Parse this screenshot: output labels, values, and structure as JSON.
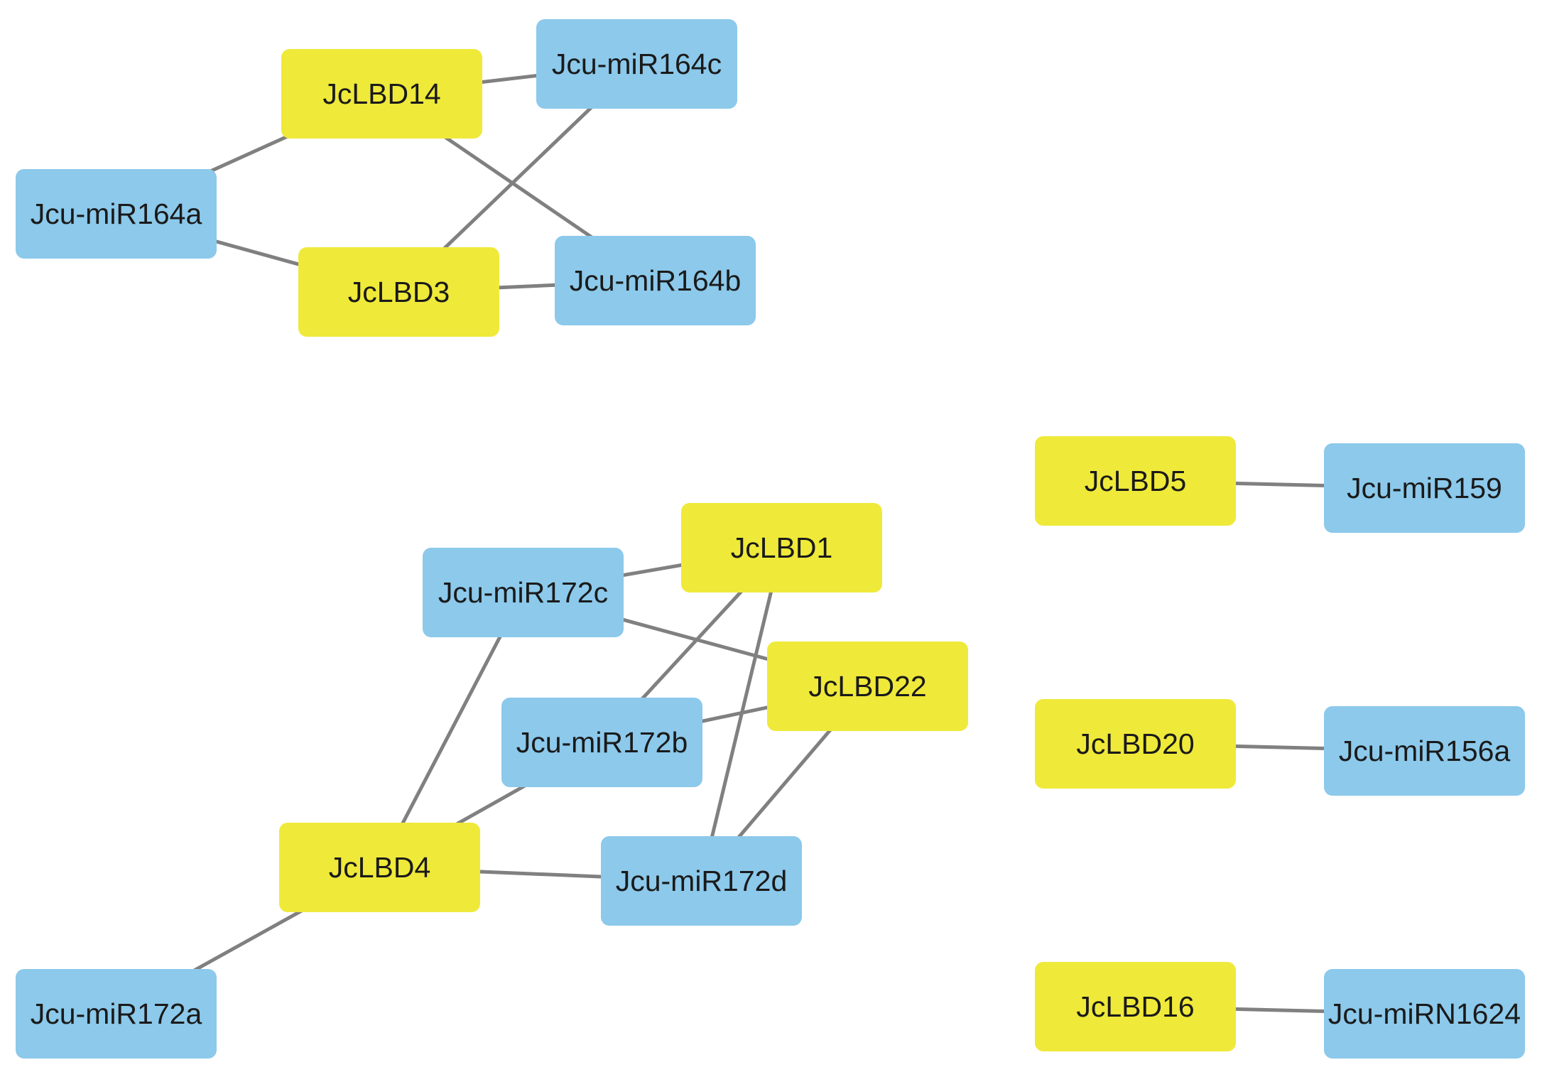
{
  "colors": {
    "gene_node": "#efe93a",
    "mirna_node": "#8cc9eb",
    "edge": "#808080",
    "background": "#ffffff"
  },
  "nodes": [
    {
      "id": "JcLBD14",
      "label": "JcLBD14",
      "kind": "gene"
    },
    {
      "id": "Jcu-miR164c",
      "label": "Jcu-miR164c",
      "kind": "mirna"
    },
    {
      "id": "Jcu-miR164a",
      "label": "Jcu-miR164a",
      "kind": "mirna"
    },
    {
      "id": "JcLBD3",
      "label": "JcLBD3",
      "kind": "gene"
    },
    {
      "id": "Jcu-miR164b",
      "label": "Jcu-miR164b",
      "kind": "mirna"
    },
    {
      "id": "JcLBD5",
      "label": "JcLBD5",
      "kind": "gene"
    },
    {
      "id": "Jcu-miR159",
      "label": "Jcu-miR159",
      "kind": "mirna"
    },
    {
      "id": "JcLBD1",
      "label": "JcLBD1",
      "kind": "gene"
    },
    {
      "id": "Jcu-miR172c",
      "label": "Jcu-miR172c",
      "kind": "mirna"
    },
    {
      "id": "JcLBD22",
      "label": "JcLBD22",
      "kind": "gene"
    },
    {
      "id": "Jcu-miR172b",
      "label": "Jcu-miR172b",
      "kind": "mirna"
    },
    {
      "id": "JcLBD20",
      "label": "JcLBD20",
      "kind": "gene"
    },
    {
      "id": "Jcu-miR156a",
      "label": "Jcu-miR156a",
      "kind": "mirna"
    },
    {
      "id": "JcLBD4",
      "label": "JcLBD4",
      "kind": "gene"
    },
    {
      "id": "Jcu-miR172d",
      "label": "Jcu-miR172d",
      "kind": "mirna"
    },
    {
      "id": "Jcu-miR172a",
      "label": "Jcu-miR172a",
      "kind": "mirna"
    },
    {
      "id": "JcLBD16",
      "label": "JcLBD16",
      "kind": "gene"
    },
    {
      "id": "Jcu-miRN1624",
      "label": "Jcu-miRN1624",
      "kind": "mirna"
    }
  ],
  "edges": [
    {
      "source": "JcLBD14",
      "target": "Jcu-miR164c"
    },
    {
      "source": "JcLBD14",
      "target": "Jcu-miR164a"
    },
    {
      "source": "JcLBD14",
      "target": "Jcu-miR164b"
    },
    {
      "source": "JcLBD3",
      "target": "Jcu-miR164a"
    },
    {
      "source": "JcLBD3",
      "target": "Jcu-miR164c"
    },
    {
      "source": "JcLBD3",
      "target": "Jcu-miR164b"
    },
    {
      "source": "JcLBD5",
      "target": "Jcu-miR159"
    },
    {
      "source": "JcLBD20",
      "target": "Jcu-miR156a"
    },
    {
      "source": "JcLBD16",
      "target": "Jcu-miRN1624"
    },
    {
      "source": "JcLBD1",
      "target": "Jcu-miR172c"
    },
    {
      "source": "JcLBD1",
      "target": "Jcu-miR172b"
    },
    {
      "source": "JcLBD1",
      "target": "Jcu-miR172d"
    },
    {
      "source": "JcLBD22",
      "target": "Jcu-miR172c"
    },
    {
      "source": "JcLBD22",
      "target": "Jcu-miR172b"
    },
    {
      "source": "JcLBD22",
      "target": "Jcu-miR172d"
    },
    {
      "source": "JcLBD4",
      "target": "Jcu-miR172c"
    },
    {
      "source": "JcLBD4",
      "target": "Jcu-miR172b"
    },
    {
      "source": "JcLBD4",
      "target": "Jcu-miR172d"
    },
    {
      "source": "JcLBD4",
      "target": "Jcu-miR172a"
    }
  ]
}
